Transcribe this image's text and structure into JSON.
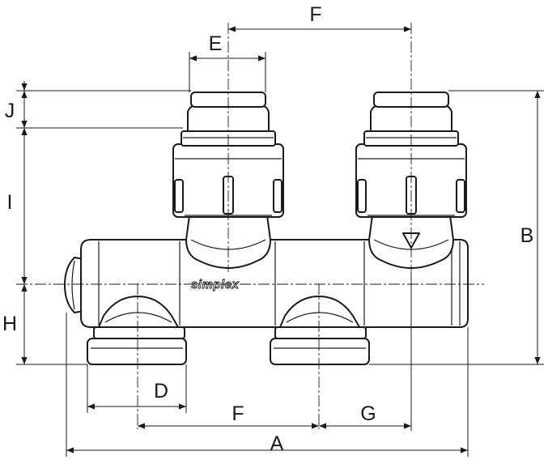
{
  "dimensions": {
    "A": "A",
    "B": "B",
    "D": "D",
    "E": "E",
    "F_top": "F",
    "F_bottom": "F",
    "G": "G",
    "H": "H",
    "I": "I",
    "J": "J"
  },
  "brand": {
    "logo_text": "simplex"
  }
}
